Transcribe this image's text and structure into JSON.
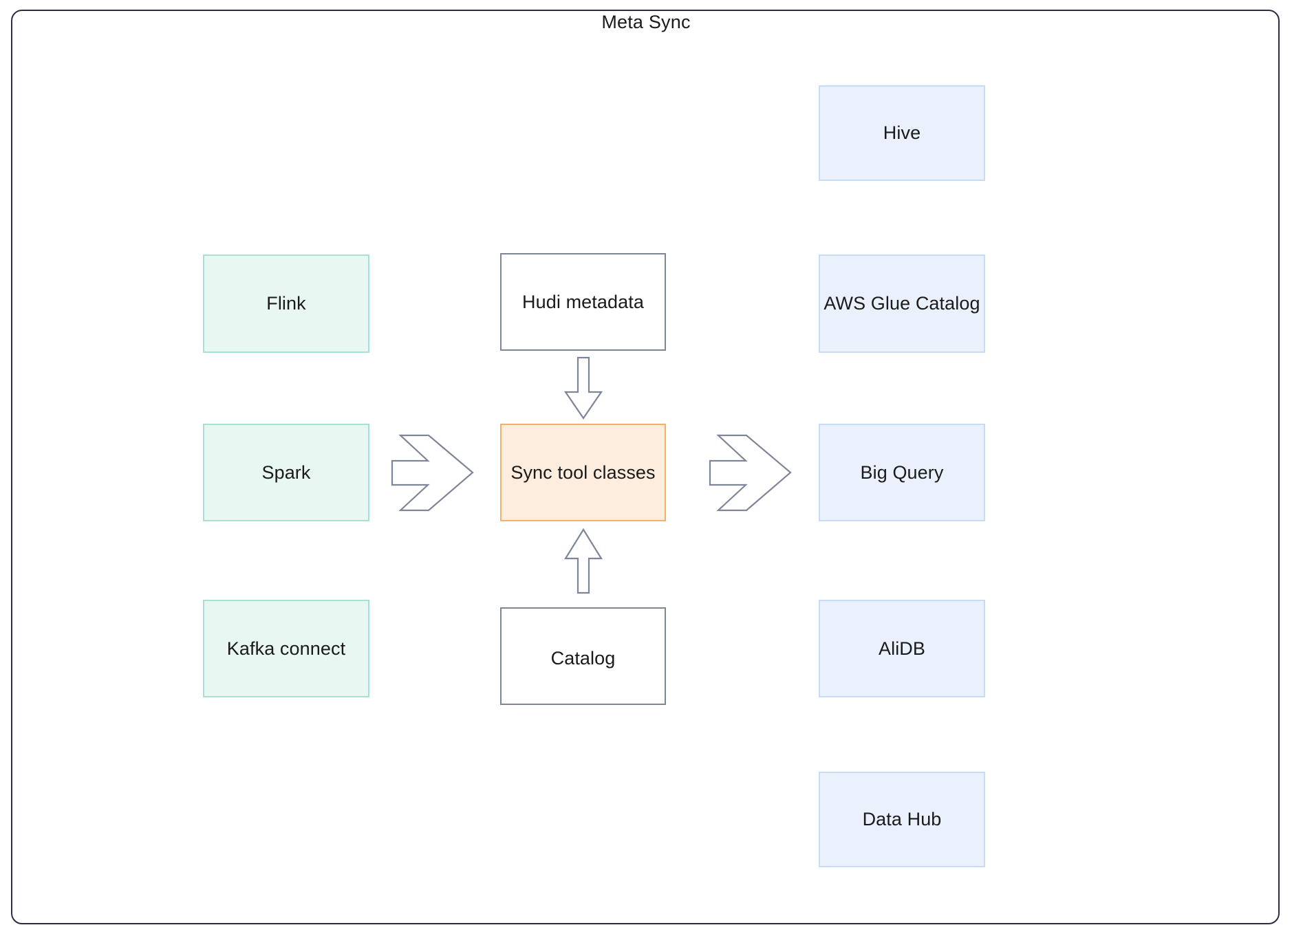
{
  "diagram": {
    "title": "Meta Sync",
    "frame": {
      "border_color": "#2b2d42",
      "background": "#ffffff"
    },
    "palette": {
      "source_fill": "#e9f7f2",
      "source_border": "#a9e0d5",
      "plain_fill": "#ffffff",
      "plain_border": "#7d8597",
      "center_fill": "#fdeddf",
      "center_border": "#f2b06a",
      "target_fill": "#eaf1fd",
      "target_border": "#c6dcf7",
      "arrow_stroke": "#7d8597",
      "text_color": "#1a1a1a"
    },
    "sources": [
      {
        "label": "Flink"
      },
      {
        "label": "Spark"
      },
      {
        "label": "Kafka connect"
      }
    ],
    "center": {
      "top_node": {
        "label": "Hudi metadata"
      },
      "main_node": {
        "label": "Sync tool classes"
      },
      "bottom_node": {
        "label": "Catalog"
      }
    },
    "targets": [
      {
        "label": "Hive"
      },
      {
        "label": "AWS Glue Catalog"
      },
      {
        "label": "Big Query"
      },
      {
        "label": "AliDB"
      },
      {
        "label": "Data Hub"
      }
    ],
    "arrows": [
      {
        "name": "sources-to-sync",
        "direction": "right",
        "style": "chevron-block"
      },
      {
        "name": "sync-to-targets",
        "direction": "right",
        "style": "chevron-block"
      },
      {
        "name": "hudi-metadata-to-sync",
        "direction": "down",
        "style": "block"
      },
      {
        "name": "catalog-to-sync",
        "direction": "up",
        "style": "block"
      }
    ]
  }
}
